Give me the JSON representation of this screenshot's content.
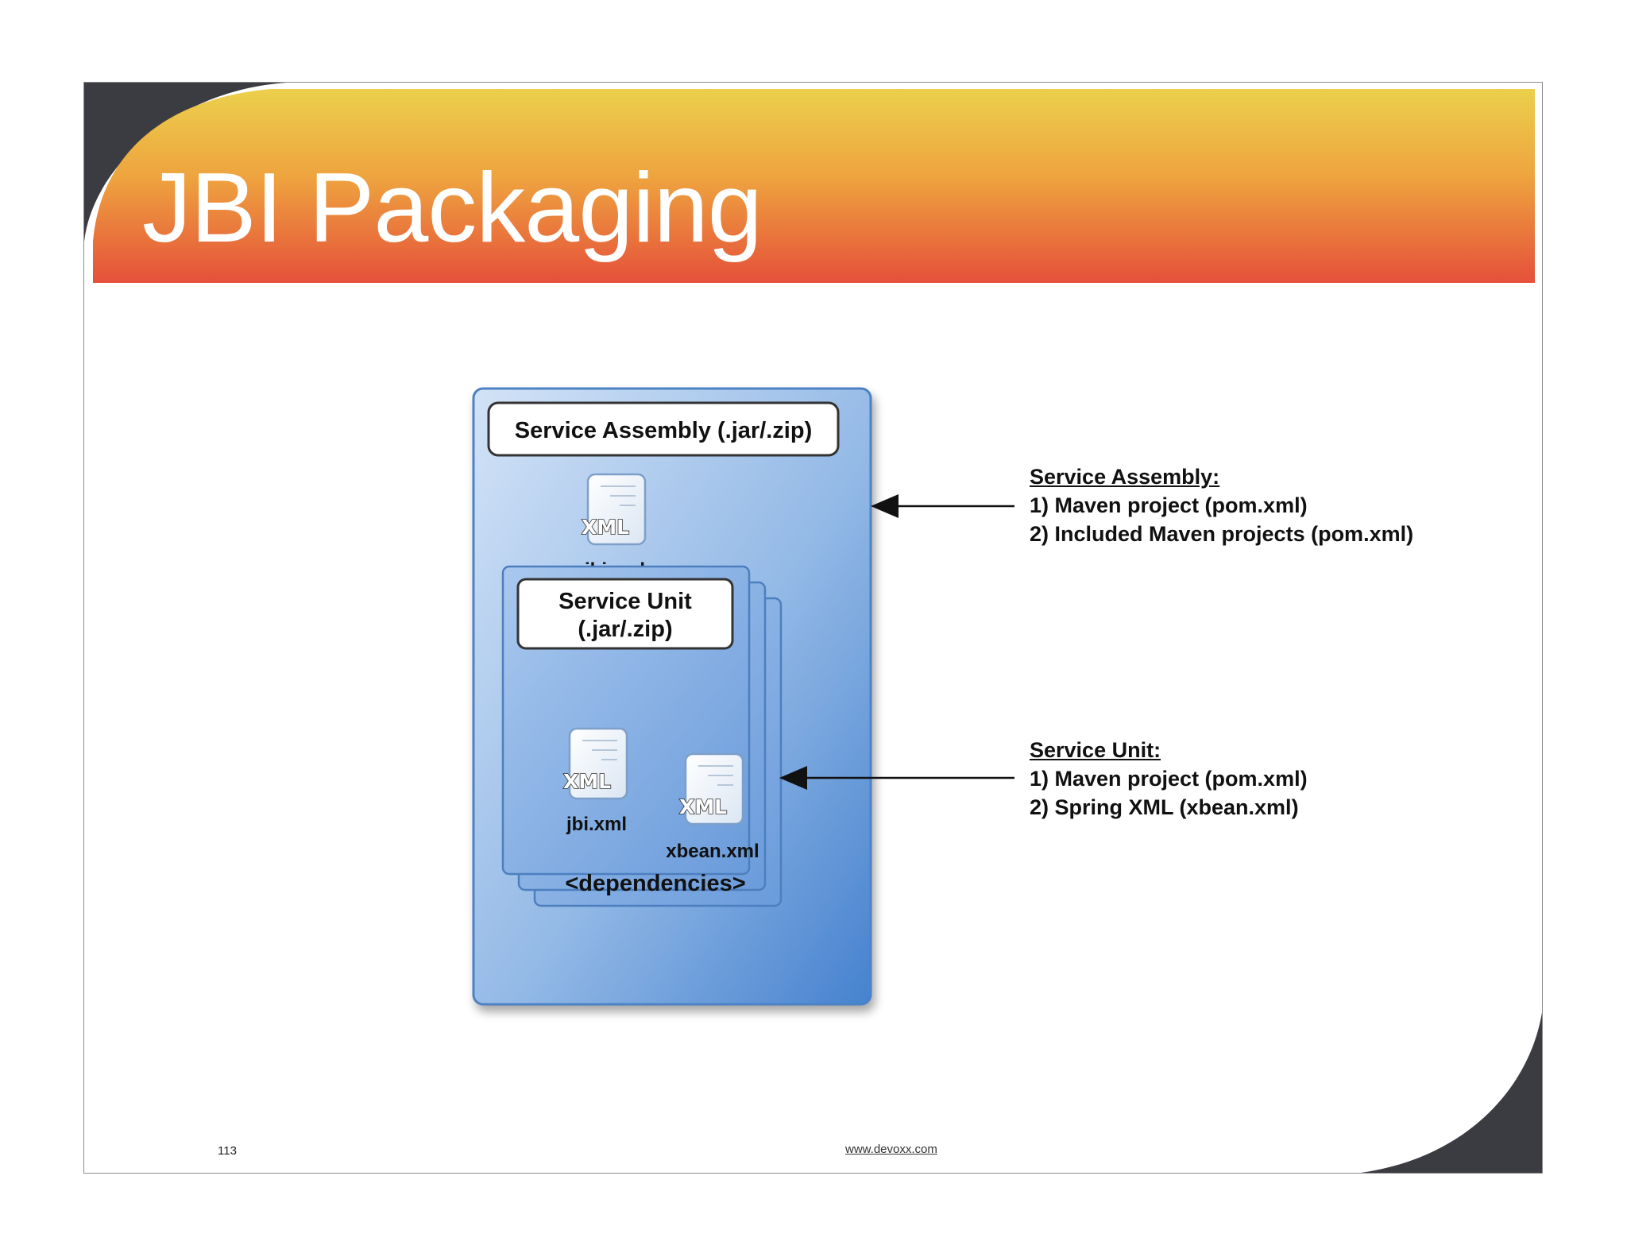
{
  "slide": {
    "title": "JBI Packaging",
    "page_number": "113",
    "footer_url": "www.devoxx.com"
  },
  "diagram": {
    "service_assembly_label": "Service Assembly (.jar/.zip)",
    "sa_descriptor": {
      "icon_text": "XML",
      "caption": "jbi.xml"
    },
    "service_unit_label_line1": "Service Unit",
    "service_unit_label_line2": "(.jar/.zip)",
    "su_descriptor": {
      "icon_text": "XML",
      "caption": "jbi.xml"
    },
    "su_config": {
      "icon_text": "XML",
      "caption": "xbean.xml"
    },
    "dependencies_label": "<dependencies>"
  },
  "notes": {
    "service_assembly": {
      "heading": "Service Assembly:",
      "lines": [
        "1) Maven project (pom.xml)",
        "2) Included Maven projects (pom.xml)"
      ]
    },
    "service_unit": {
      "heading": "Service Unit:",
      "lines": [
        "1) Maven project (pom.xml)",
        "2) Spring XML (xbean.xml)"
      ]
    }
  },
  "colors": {
    "header_top": "#ecc94b",
    "header_bottom": "#e6533a",
    "corner_dark": "#3b3b42",
    "box_blue_light": "#cfe0f5",
    "box_blue_dark": "#4a86d0"
  }
}
